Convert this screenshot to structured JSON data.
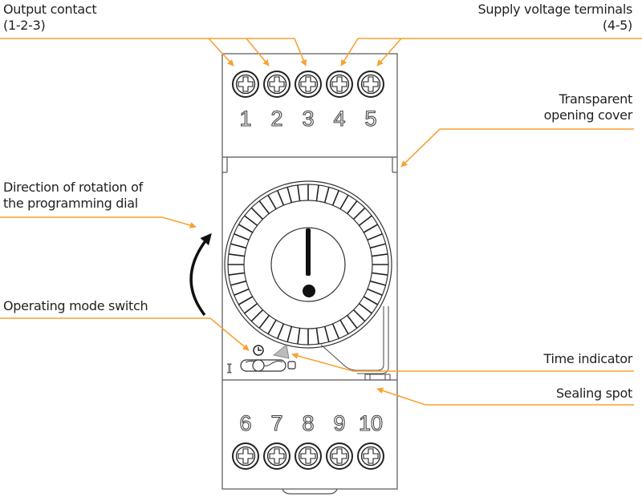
{
  "title": "Mechanical time switch – front panel labels",
  "accent_color": "#f7a130",
  "labels": {
    "output_contact": {
      "line1": "Output contact",
      "line2": "(1-2-3)"
    },
    "supply_voltage": {
      "line1": "Supply voltage terminals",
      "line2": "(4-5)"
    },
    "transparent_cover": {
      "line1": "Transparent",
      "line2": "opening cover"
    },
    "rotation_direction": {
      "line1": "Direction of rotation of",
      "line2": "the programming dial"
    },
    "mode_switch": {
      "line1": "Operating mode switch"
    },
    "time_indicator": {
      "line1": "Time indicator"
    },
    "sealing_spot": {
      "line1": "Sealing spot"
    }
  },
  "terminals": {
    "top": [
      "1",
      "2",
      "3",
      "4",
      "5"
    ],
    "bottom": [
      "6",
      "7",
      "8",
      "9",
      "10"
    ]
  },
  "mode_switch": {
    "left_symbol": "I",
    "clock_symbol": "clock-icon",
    "right_symbol": "off-square-icon"
  },
  "dial": {
    "segments": 48
  }
}
